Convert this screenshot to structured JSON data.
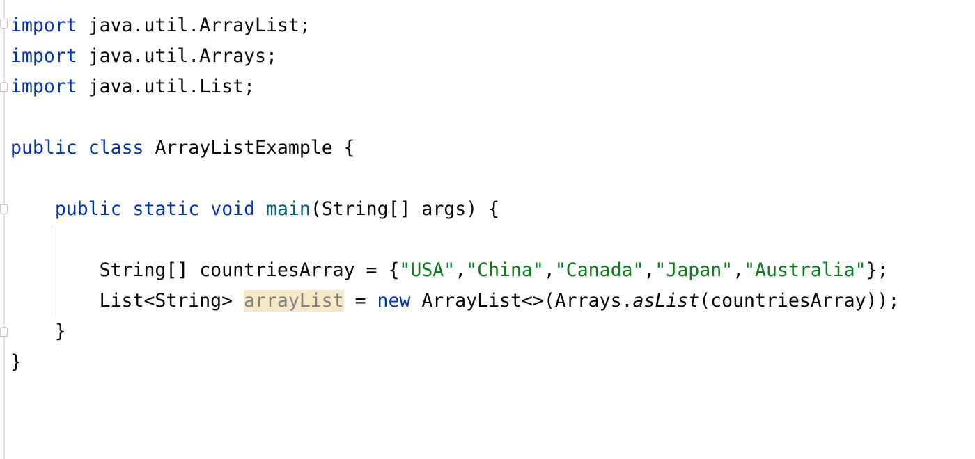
{
  "editor": {
    "language": "java",
    "lines": [
      {
        "tokens": [
          {
            "t": "import",
            "c": "kw"
          },
          {
            "t": " java.util.ArrayList;",
            "c": ""
          }
        ]
      },
      {
        "tokens": [
          {
            "t": "import",
            "c": "kw"
          },
          {
            "t": " java.util.Arrays;",
            "c": ""
          }
        ]
      },
      {
        "tokens": [
          {
            "t": "import",
            "c": "kw"
          },
          {
            "t": " java.util.List;",
            "c": ""
          }
        ]
      },
      {
        "tokens": []
      },
      {
        "tokens": [
          {
            "t": "public",
            "c": "kw"
          },
          {
            "t": " ",
            "c": ""
          },
          {
            "t": "class",
            "c": "kw"
          },
          {
            "t": " ArrayListExample {",
            "c": ""
          }
        ]
      },
      {
        "tokens": []
      },
      {
        "tokens": [
          {
            "t": "    ",
            "c": ""
          },
          {
            "t": "public",
            "c": "kw"
          },
          {
            "t": " ",
            "c": ""
          },
          {
            "t": "static",
            "c": "kw"
          },
          {
            "t": " ",
            "c": ""
          },
          {
            "t": "void",
            "c": "kw"
          },
          {
            "t": " ",
            "c": ""
          },
          {
            "t": "main",
            "c": "fn"
          },
          {
            "t": "(String[] args) {",
            "c": ""
          }
        ]
      },
      {
        "tokens": []
      },
      {
        "tokens": [
          {
            "t": "        String[] countriesArray = {",
            "c": ""
          },
          {
            "t": "\"USA\"",
            "c": "str"
          },
          {
            "t": ",",
            "c": ""
          },
          {
            "t": "\"China\"",
            "c": "str"
          },
          {
            "t": ",",
            "c": ""
          },
          {
            "t": "\"Canada\"",
            "c": "str"
          },
          {
            "t": ",",
            "c": ""
          },
          {
            "t": "\"Japan\"",
            "c": "str"
          },
          {
            "t": ",",
            "c": ""
          },
          {
            "t": "\"Australia\"",
            "c": "str"
          },
          {
            "t": "};",
            "c": ""
          }
        ]
      },
      {
        "tokens": [
          {
            "t": "        List<String> ",
            "c": ""
          },
          {
            "t": "arrayList",
            "c": "unused"
          },
          {
            "t": " = ",
            "c": ""
          },
          {
            "t": "new",
            "c": "kw"
          },
          {
            "t": " ArrayList<>(Arrays.",
            "c": ""
          },
          {
            "t": "asList",
            "c": "it"
          },
          {
            "t": "(countriesArray));",
            "c": ""
          }
        ]
      },
      {
        "tokens": [
          {
            "t": "    }",
            "c": ""
          }
        ]
      },
      {
        "tokens": [
          {
            "t": "}",
            "c": ""
          }
        ]
      }
    ]
  },
  "colors": {
    "keyword": "#0033b3",
    "string": "#067d17",
    "method": "#00627a",
    "unused_bg": "#f5e9c8"
  }
}
